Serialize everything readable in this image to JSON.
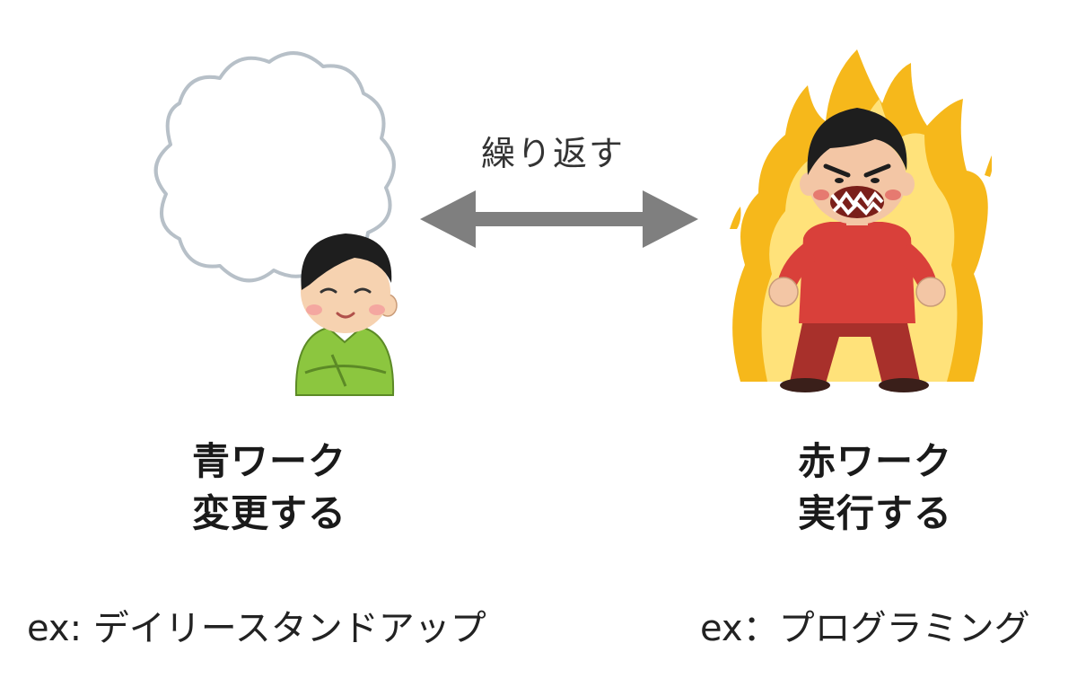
{
  "arrow": {
    "label": "繰り返す"
  },
  "left": {
    "title": "青ワーク",
    "subtitle": "変更する",
    "example": "ex: デイリースタンドアップ",
    "illustration": "thinking-boy-with-cloud-icon"
  },
  "right": {
    "title": "赤ワーク",
    "subtitle": "実行する",
    "example": "ex：プログラミング",
    "illustration": "angry-man-on-fire-icon"
  },
  "colors": {
    "arrow": "#7f7f7f",
    "cloud_outline": "#b7c0c8",
    "shirt_green": "#8cc63f",
    "flame_outer": "#f6b81b",
    "flame_inner": "#ffe27a",
    "angry_shirt": "#d9403a"
  }
}
